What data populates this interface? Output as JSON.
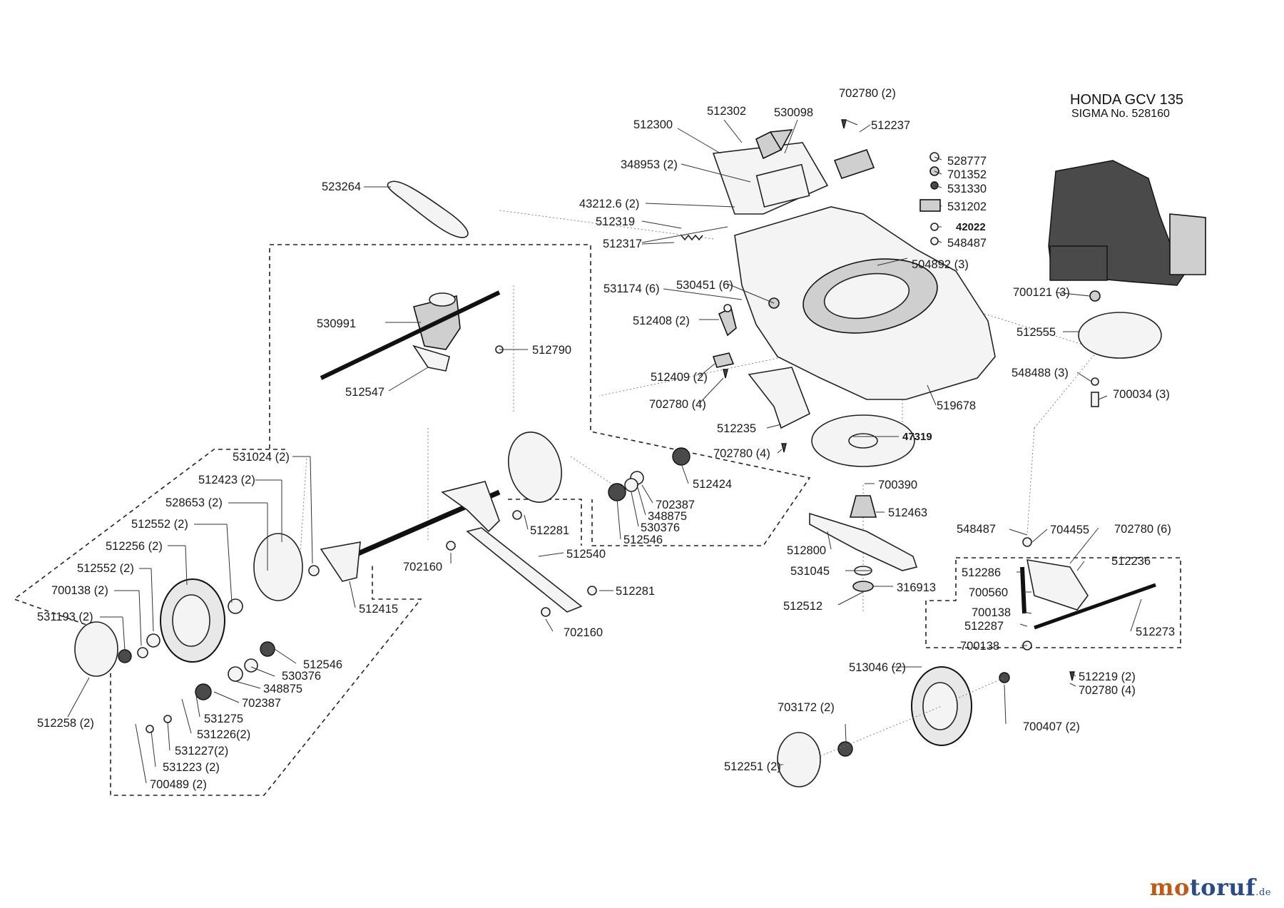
{
  "engine": {
    "title": "HONDA GCV 135",
    "subtitle": "SIGMA  No. 528160"
  },
  "brand": {
    "part1": "mo",
    "part2": "toruf",
    "tld": ".de"
  },
  "colors": {
    "line": "#222222",
    "brand_orange": "#c05a1a",
    "brand_blue": "#2a4a8a"
  },
  "callouts": [
    {
      "id": "c01",
      "text": "702780 (2)"
    },
    {
      "id": "c02",
      "text": "512302"
    },
    {
      "id": "c03",
      "text": "530098"
    },
    {
      "id": "c04",
      "text": "512300"
    },
    {
      "id": "c05",
      "text": "512237"
    },
    {
      "id": "c06",
      "text": "348953 (2)"
    },
    {
      "id": "c07",
      "text": "523264"
    },
    {
      "id": "c08",
      "text": "43212.6 (2)"
    },
    {
      "id": "c09",
      "text": "512319"
    },
    {
      "id": "c10",
      "text": "512317"
    },
    {
      "id": "c11",
      "text": "528777"
    },
    {
      "id": "c12",
      "text": "701352"
    },
    {
      "id": "c13",
      "text": "531330"
    },
    {
      "id": "c14",
      "text": "531202"
    },
    {
      "id": "c15",
      "text": "42022"
    },
    {
      "id": "c16",
      "text": "548487"
    },
    {
      "id": "c17",
      "text": "504892 (3)"
    },
    {
      "id": "c18",
      "text": "531174 (6)"
    },
    {
      "id": "c19",
      "text": "530451 (6)"
    },
    {
      "id": "c20",
      "text": "512408 (2)"
    },
    {
      "id": "c21",
      "text": "530991"
    },
    {
      "id": "c22",
      "text": "512790"
    },
    {
      "id": "c23",
      "text": "512547"
    },
    {
      "id": "c24",
      "text": "512409 (2)"
    },
    {
      "id": "c25",
      "text": "702780 (4)"
    },
    {
      "id": "c26",
      "text": "519678"
    },
    {
      "id": "c27",
      "text": "512235"
    },
    {
      "id": "c28",
      "text": "47319"
    },
    {
      "id": "c29",
      "text": "702780 (4)"
    },
    {
      "id": "c30",
      "text": "700121 (3)"
    },
    {
      "id": "c31",
      "text": "512555"
    },
    {
      "id": "c32",
      "text": "548488 (3)"
    },
    {
      "id": "c33",
      "text": "700034 (3)"
    },
    {
      "id": "c34",
      "text": "531024 (2)"
    },
    {
      "id": "c35",
      "text": "512423 (2)"
    },
    {
      "id": "c36",
      "text": "528653 (2)"
    },
    {
      "id": "c37",
      "text": "512552 (2)"
    },
    {
      "id": "c38",
      "text": "512256 (2)"
    },
    {
      "id": "c39",
      "text": "512552 (2)"
    },
    {
      "id": "c40",
      "text": "700138 (2)"
    },
    {
      "id": "c41",
      "text": "531193 (2)"
    },
    {
      "id": "c42",
      "text": "512424"
    },
    {
      "id": "c43",
      "text": "702387"
    },
    {
      "id": "c44",
      "text": "348875"
    },
    {
      "id": "c45",
      "text": "530376"
    },
    {
      "id": "c46",
      "text": "512546"
    },
    {
      "id": "c47",
      "text": "512281"
    },
    {
      "id": "c48",
      "text": "700390"
    },
    {
      "id": "c49",
      "text": "512463"
    },
    {
      "id": "c50",
      "text": "512540"
    },
    {
      "id": "c51",
      "text": "702160"
    },
    {
      "id": "c52",
      "text": "512281"
    },
    {
      "id": "c53",
      "text": "702160"
    },
    {
      "id": "c54",
      "text": "512415"
    },
    {
      "id": "c55",
      "text": "512800"
    },
    {
      "id": "c56",
      "text": "531045"
    },
    {
      "id": "c57",
      "text": "316913"
    },
    {
      "id": "c58",
      "text": "512512"
    },
    {
      "id": "c59",
      "text": "548487"
    },
    {
      "id": "c60",
      "text": "704455"
    },
    {
      "id": "c61",
      "text": "702780 (6)"
    },
    {
      "id": "c62",
      "text": "512286"
    },
    {
      "id": "c63",
      "text": "512236"
    },
    {
      "id": "c64",
      "text": "700560"
    },
    {
      "id": "c65",
      "text": "700138"
    },
    {
      "id": "c66",
      "text": "512287"
    },
    {
      "id": "c67",
      "text": "512273"
    },
    {
      "id": "c68",
      "text": "700138"
    },
    {
      "id": "c69",
      "text": "512546"
    },
    {
      "id": "c70",
      "text": "530376"
    },
    {
      "id": "c71",
      "text": "348875"
    },
    {
      "id": "c72",
      "text": "702387"
    },
    {
      "id": "c73",
      "text": "531275"
    },
    {
      "id": "c74",
      "text": "531226(2)"
    },
    {
      "id": "c75",
      "text": "531227(2)"
    },
    {
      "id": "c76",
      "text": "531223 (2)"
    },
    {
      "id": "c77",
      "text": "700489 (2)"
    },
    {
      "id": "c78",
      "text": "512258 (2)"
    },
    {
      "id": "c79",
      "text": "513046 (2)"
    },
    {
      "id": "c80",
      "text": "512219 (2)"
    },
    {
      "id": "c81",
      "text": "702780 (4)"
    },
    {
      "id": "c82",
      "text": "703172 (2)"
    },
    {
      "id": "c83",
      "text": "700407 (2)"
    },
    {
      "id": "c84",
      "text": "512251 (2)"
    }
  ]
}
